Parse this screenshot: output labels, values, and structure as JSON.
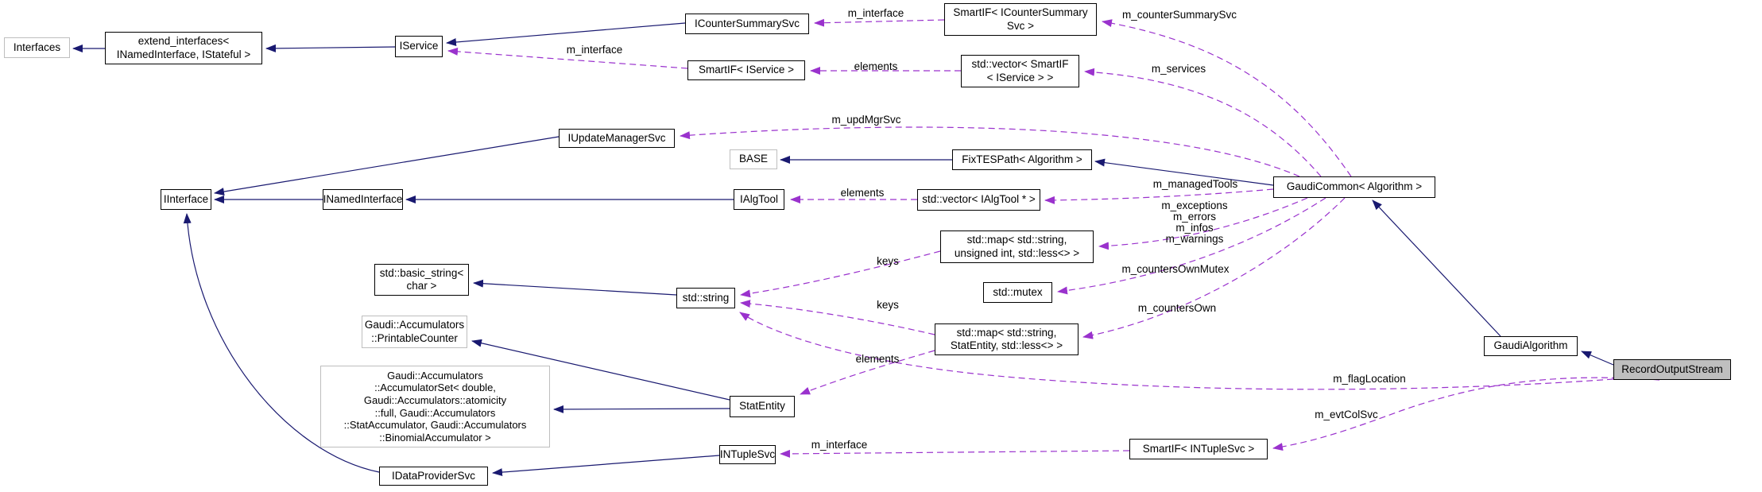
{
  "diagram_type": "collaboration-graph",
  "colors": {
    "inheritance_edge": "#191970",
    "usage_edge": "#9a32cd",
    "node_border": "#000000",
    "external_node_border": "#bebebe",
    "current_node_fill": "#bfbfbf",
    "background": "#ffffff",
    "text": "#000000"
  },
  "nodes": {
    "interfaces": {
      "label": "Interfaces"
    },
    "extend_interfaces": {
      "label": "extend_interfaces<\nINamedInterface, IStateful >"
    },
    "iservice": {
      "label": "IService"
    },
    "icountersummarysvc": {
      "label": "ICounterSummarySvc"
    },
    "smartif_icountersummarysvc": {
      "label": "SmartIF< ICounterSummary\nSvc >"
    },
    "smartif_iservice": {
      "label": "SmartIF< IService >"
    },
    "vector_smartif_iservice": {
      "label": "std::vector< SmartIF\n< IService > >"
    },
    "iupdatemanagersvc": {
      "label": "IUpdateManagerSvc"
    },
    "base": {
      "label": "BASE"
    },
    "fixtespath": {
      "label": "FixTESPath< Algorithm >"
    },
    "iinterface": {
      "label": "IInterface"
    },
    "inamedinterface": {
      "label": "INamedInterface"
    },
    "ialgtool": {
      "label": "IAlgTool"
    },
    "vector_ialgtool": {
      "label": "std::vector< IAlgTool * >"
    },
    "gaudicommon": {
      "label": "GaudiCommon< Algorithm >"
    },
    "map_unsigned": {
      "label": "std::map< std::string,\nunsigned int, std::less<> >"
    },
    "basic_string": {
      "label": "std::basic_string<\nchar >"
    },
    "stdstring": {
      "label": "std::string"
    },
    "mutex": {
      "label": "std::mutex"
    },
    "map_statentity": {
      "label": "std::map< std::string,\nStatEntity, std::less<> >"
    },
    "printablecounter": {
      "label": "Gaudi::Accumulators\n::PrintableCounter"
    },
    "accumulatorset": {
      "label": "Gaudi::Accumulators\n::AccumulatorSet< double,\nGaudi::Accumulators::atomicity\n::full, Gaudi::Accumulators\n::StatAccumulator, Gaudi::Accumulators\n::BinomialAccumulator >"
    },
    "statentity": {
      "label": "StatEntity"
    },
    "intuplesvc": {
      "label": "INTupleSvc"
    },
    "smartif_intuplesvc": {
      "label": "SmartIF< INTupleSvc >"
    },
    "idataprovidersvc": {
      "label": "IDataProviderSvc"
    },
    "gaudialgorithm": {
      "label": "GaudiAlgorithm"
    },
    "recordoutputstream": {
      "label": "RecordOutputStream"
    }
  },
  "edge_labels": {
    "m_interface_top": {
      "text": "m_interface"
    },
    "m_countersummarysvc": {
      "text": "m_counterSummarySvc"
    },
    "m_interface_iservice": {
      "text": "m_interface"
    },
    "elements_smartif": {
      "text": "elements"
    },
    "m_services": {
      "text": "m_services"
    },
    "m_updmgrsvc": {
      "text": "m_updMgrSvc"
    },
    "m_managedtools": {
      "text": "m_managedTools"
    },
    "elements_ialgtool": {
      "text": "elements"
    },
    "counter_group": {
      "text": "m_exceptions\nm_errors\nm_infos\nm_warnings"
    },
    "keys_upper": {
      "text": "keys"
    },
    "m_countersownmutex": {
      "text": "m_countersOwnMutex"
    },
    "keys_lower": {
      "text": "keys"
    },
    "m_countersown": {
      "text": "m_countersOwn"
    },
    "elements_statentity": {
      "text": "elements"
    },
    "m_flaglocation": {
      "text": "m_flagLocation"
    },
    "m_evtcolsvc": {
      "text": "m_evtColSvc"
    },
    "m_interface_intuplesvc": {
      "text": "m_interface"
    }
  }
}
